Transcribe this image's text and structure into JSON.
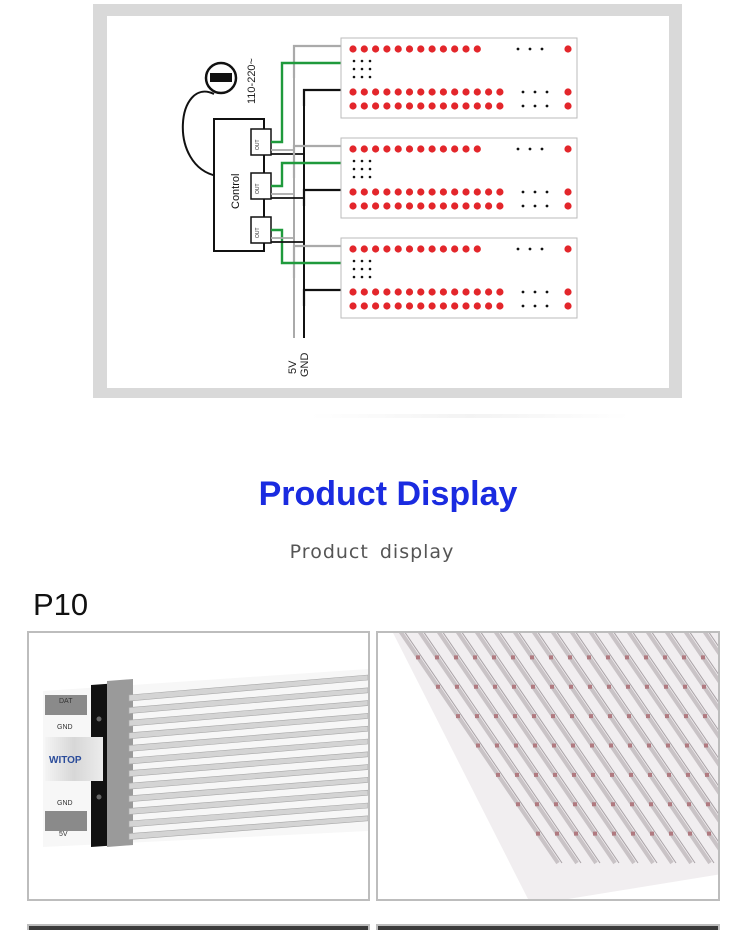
{
  "wiring_diagram": {
    "power_label": "110-220~",
    "controller_label": "Control",
    "output_port_label": "OUT",
    "bus_labels": [
      "5V",
      "GND"
    ],
    "colors": {
      "led": "#e3262b",
      "data_wire": "#1f9a3c",
      "power_wire": "#aaaaaa",
      "ground_wire": "#111111"
    }
  },
  "section": {
    "title": "Product Display",
    "subtitle": "Product display",
    "title_color": "#1a2be0"
  },
  "product": {
    "model": "P10",
    "strip_labels": [
      "DAT",
      "GND",
      "GND",
      "5V"
    ],
    "brand": "WITOP"
  }
}
